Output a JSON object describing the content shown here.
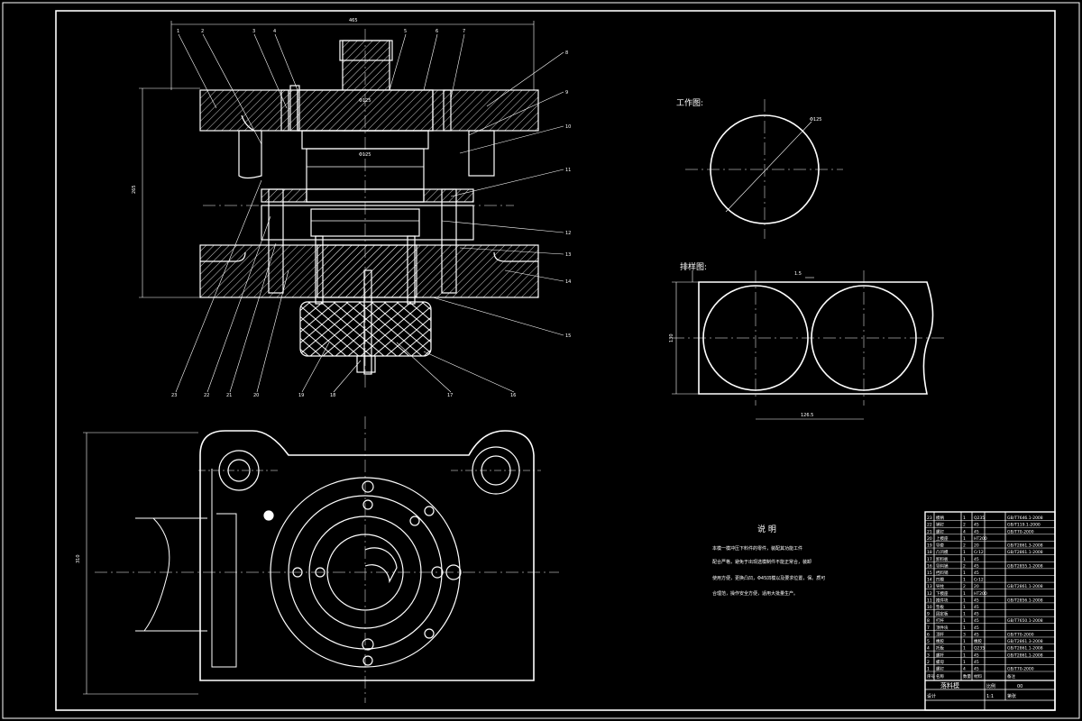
{
  "colors": {
    "background": "#000000",
    "line": "#ffffff",
    "centerline": "#ffffff"
  },
  "workpiece_view": {
    "title": "工作图:",
    "diameter_label": "Φ125"
  },
  "strip_view": {
    "title": "排样图:",
    "gap_label": "1.5",
    "width_label": "130",
    "pitch_label": "126.5"
  },
  "section_view": {
    "top_dimension": "465",
    "height_dimension": "265",
    "bore_label_upper": "Φ125",
    "bore_label_lower": "Φ125",
    "part_numbers_top": [
      "1",
      "2",
      "3",
      "4",
      "5",
      "6",
      "7"
    ],
    "part_numbers_right": [
      "8",
      "9",
      "10",
      "11",
      "12",
      "13",
      "14",
      "15"
    ],
    "part_numbers_bottom": [
      "23",
      "22",
      "21",
      "20",
      "19",
      "18",
      "17",
      "16"
    ]
  },
  "plan_view": {
    "height_dimension": "310"
  },
  "notes": {
    "title": "说 明",
    "lines": [
      "本模一模冲压下料件的零件，装配其功能工件",
      "配合严格，避免于出现选模制件不能正常合，装卸",
      "使用方便，更换凸凹，Φ45凹模以及要求位置，保。质可",
      "合理范，操作安全方便，适用大批量生产。"
    ]
  },
  "title_block": {
    "drawing_name": "落料模",
    "drawing_number": "00",
    "bom_rows": [
      {
        "no": "23",
        "name": "模柄",
        "qty": "1",
        "material": "Q235",
        "remark": "GB/T7646.1-2008"
      },
      {
        "no": "22",
        "name": "销钉",
        "qty": "2",
        "material": "45",
        "remark": "GB/T119.1-2000"
      },
      {
        "no": "21",
        "name": "螺钉",
        "qty": "4",
        "material": "45",
        "remark": "GB/T70-2000"
      },
      {
        "no": "20",
        "name": "上模座",
        "qty": "1",
        "material": "HT200",
        "remark": ""
      },
      {
        "no": "19",
        "name": "导套",
        "qty": "2",
        "material": "20",
        "remark": "GB/T2861.3-2008"
      },
      {
        "no": "18",
        "name": "凸凹模",
        "qty": "1",
        "material": "Cr12",
        "remark": "GB/T2861.1-2008"
      },
      {
        "no": "17",
        "name": "卸料板",
        "qty": "1",
        "material": "45",
        "remark": ""
      },
      {
        "no": "16",
        "name": "导料销",
        "qty": "2",
        "material": "45",
        "remark": "GB/T2855.1-2008"
      },
      {
        "no": "15",
        "name": "挡料销",
        "qty": "1",
        "material": "45",
        "remark": ""
      },
      {
        "no": "14",
        "name": "凹模",
        "qty": "1",
        "material": "Cr12",
        "remark": ""
      },
      {
        "no": "13",
        "name": "导柱",
        "qty": "2",
        "material": "20",
        "remark": "GB/T2861.1-2008"
      },
      {
        "no": "12",
        "name": "下模座",
        "qty": "1",
        "material": "HT200",
        "remark": ""
      },
      {
        "no": "11",
        "name": "推件块",
        "qty": "1",
        "material": "45",
        "remark": "GB/T2856.1-2008"
      },
      {
        "no": "10",
        "name": "垫板",
        "qty": "1",
        "material": "45",
        "remark": ""
      },
      {
        "no": "9",
        "name": "固定板",
        "qty": "1",
        "material": "45",
        "remark": ""
      },
      {
        "no": "8",
        "name": "打杆",
        "qty": "1",
        "material": "45",
        "remark": "GB/T7650.1-2008"
      },
      {
        "no": "7",
        "name": "顶件块",
        "qty": "1",
        "material": "45",
        "remark": ""
      },
      {
        "no": "6",
        "name": "顶杆",
        "qty": "3",
        "material": "45",
        "remark": "GB/T70-2000"
      },
      {
        "no": "5",
        "name": "橡胶",
        "qty": "1",
        "material": "橡胶",
        "remark": "GB/T2861.3-2008"
      },
      {
        "no": "4",
        "name": "托板",
        "qty": "1",
        "material": "Q235",
        "remark": "GB/T2861.1-2008"
      },
      {
        "no": "3",
        "name": "螺杆",
        "qty": "1",
        "material": "45",
        "remark": "GB/T2861.1-2008"
      },
      {
        "no": "2",
        "name": "螺母",
        "qty": "1",
        "material": "45",
        "remark": ""
      },
      {
        "no": "1",
        "name": "螺钉",
        "qty": "4",
        "material": "45",
        "remark": "GB/T70-2000"
      }
    ],
    "header": {
      "no": "序号",
      "name": "名称",
      "qty": "数量",
      "material": "材料",
      "remark": "备注"
    },
    "meta": {
      "scale": "比例",
      "sheet": "第张",
      "scale_value": "1:1",
      "designer": "设计"
    }
  }
}
